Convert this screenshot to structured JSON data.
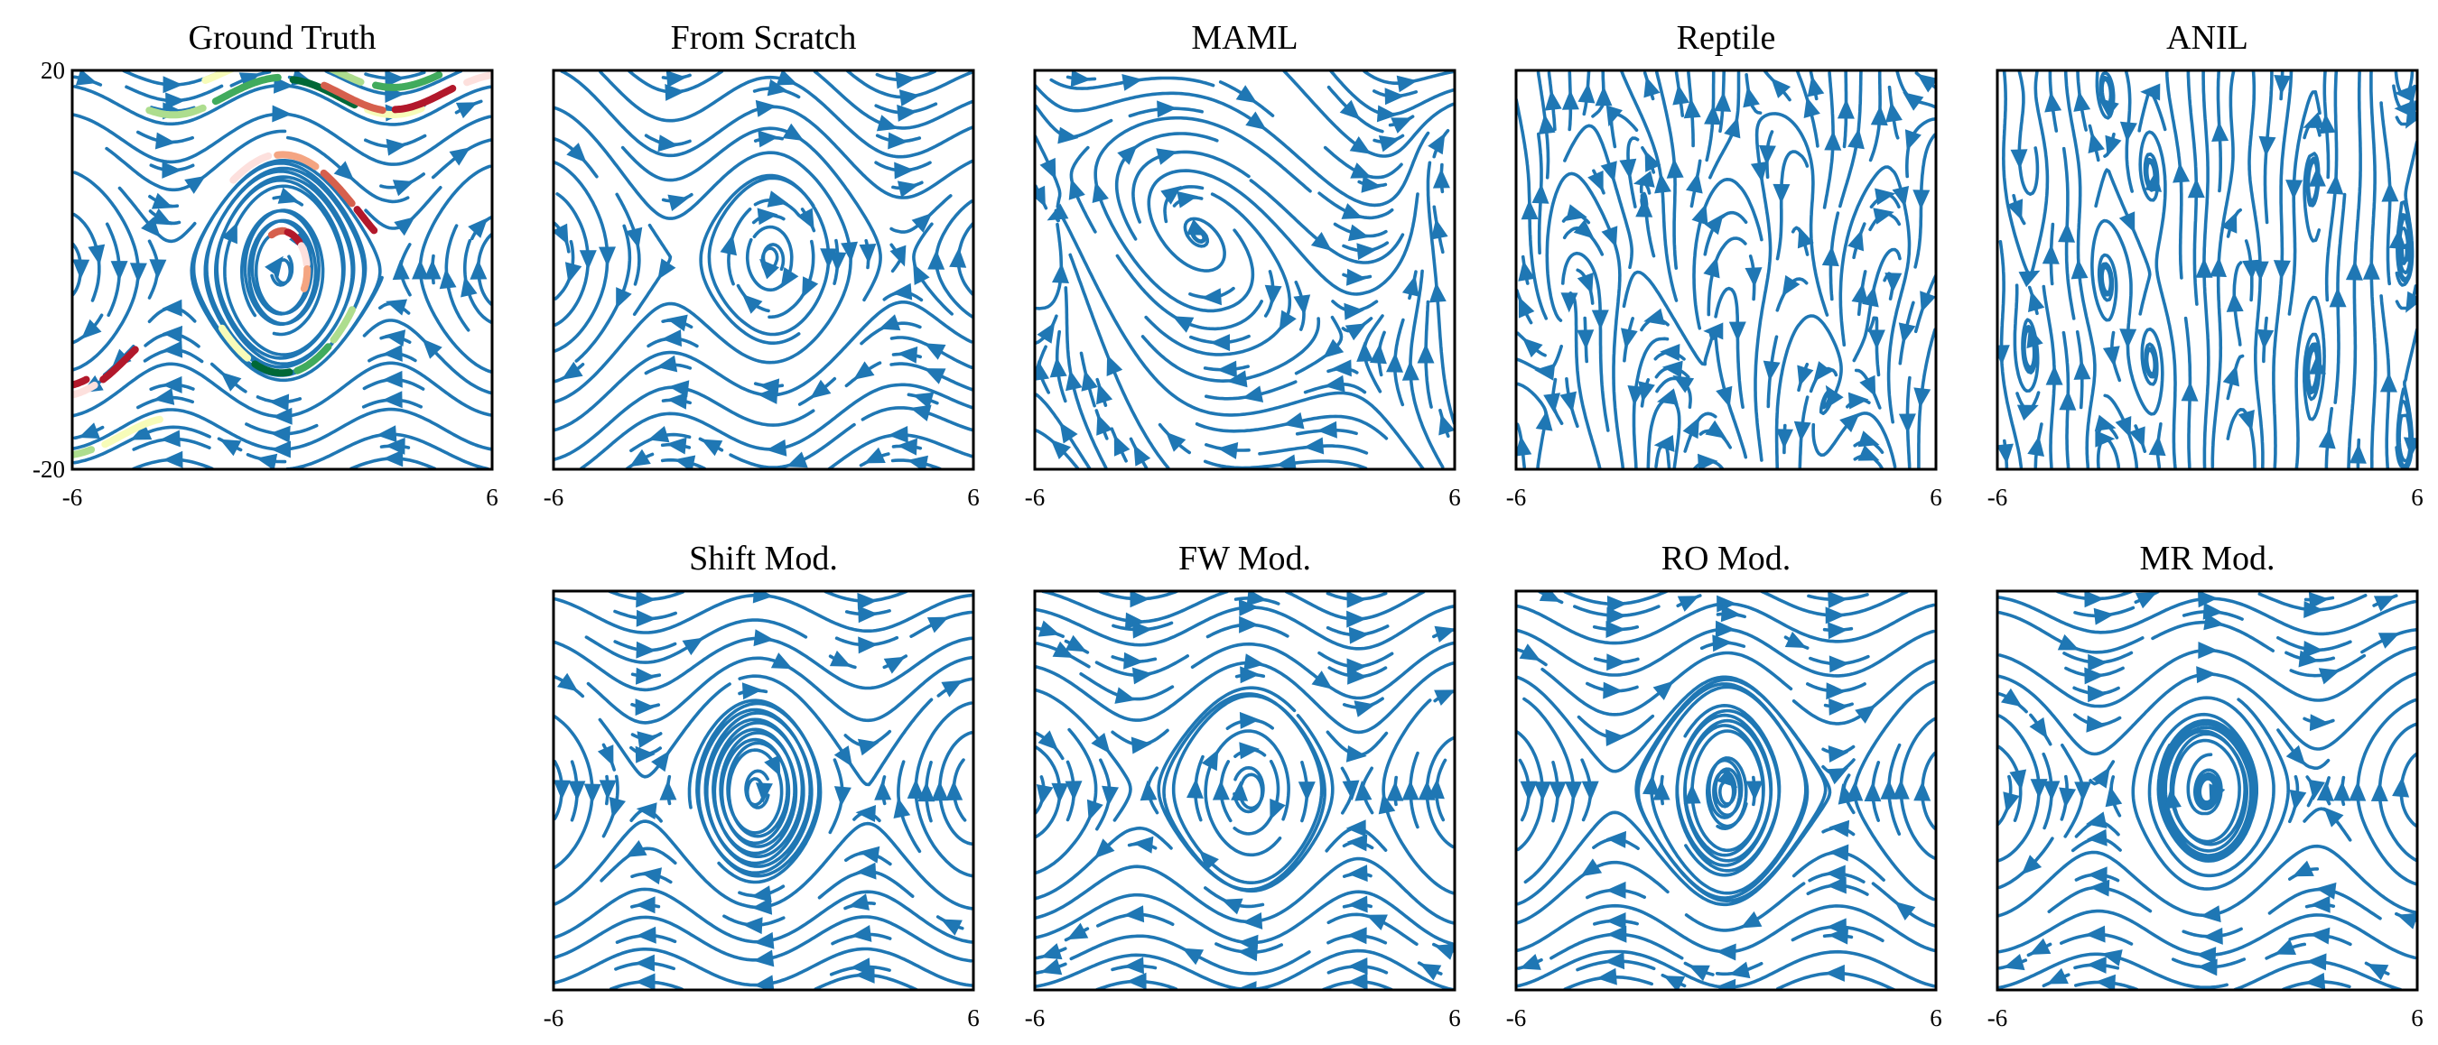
{
  "chart_data": {
    "type": "streamplot",
    "x_range": [
      -6,
      6
    ],
    "y_range": [
      -20,
      20
    ],
    "panels": [
      {
        "title": "Ground Truth",
        "row": 0,
        "col": 0,
        "y_ticks": [
          "20",
          "-20"
        ],
        "x_ticks": [
          "-6",
          "6"
        ],
        "field": "gt",
        "trajectories": true
      },
      {
        "title": "From Scratch",
        "row": 0,
        "col": 1,
        "x_ticks": [
          "-6",
          "6"
        ],
        "field": "scratch"
      },
      {
        "title": "MAML",
        "row": 0,
        "col": 2,
        "x_ticks": [
          "-6",
          "6"
        ],
        "field": "maml"
      },
      {
        "title": "Reptile",
        "row": 0,
        "col": 3,
        "x_ticks": [
          "-6",
          "6"
        ],
        "field": "reptile"
      },
      {
        "title": "ANIL",
        "row": 0,
        "col": 4,
        "x_ticks": [
          "-6",
          "6"
        ],
        "field": "anil"
      },
      {
        "title": "Shift Mod.",
        "row": 1,
        "col": 1,
        "x_ticks": [
          "-6",
          "6"
        ],
        "field": "gt_shift"
      },
      {
        "title": "FW Mod.",
        "row": 1,
        "col": 2,
        "x_ticks": [
          "-6",
          "6"
        ],
        "field": "fw"
      },
      {
        "title": "RO Mod.",
        "row": 1,
        "col": 3,
        "x_ticks": [
          "-6",
          "6"
        ],
        "field": "ro"
      },
      {
        "title": "MR Mod.",
        "row": 1,
        "col": 4,
        "x_ticks": [
          "-6",
          "6"
        ],
        "field": "mr"
      }
    ],
    "colors": {
      "stream": "#1f77b4",
      "trajectory_palettes": [
        [
          "#fde0dd",
          "#f4a582",
          "#d6604d",
          "#b2182b"
        ],
        [
          "#f7fcb9",
          "#addd8e",
          "#41ab5d",
          "#006837"
        ]
      ]
    }
  }
}
